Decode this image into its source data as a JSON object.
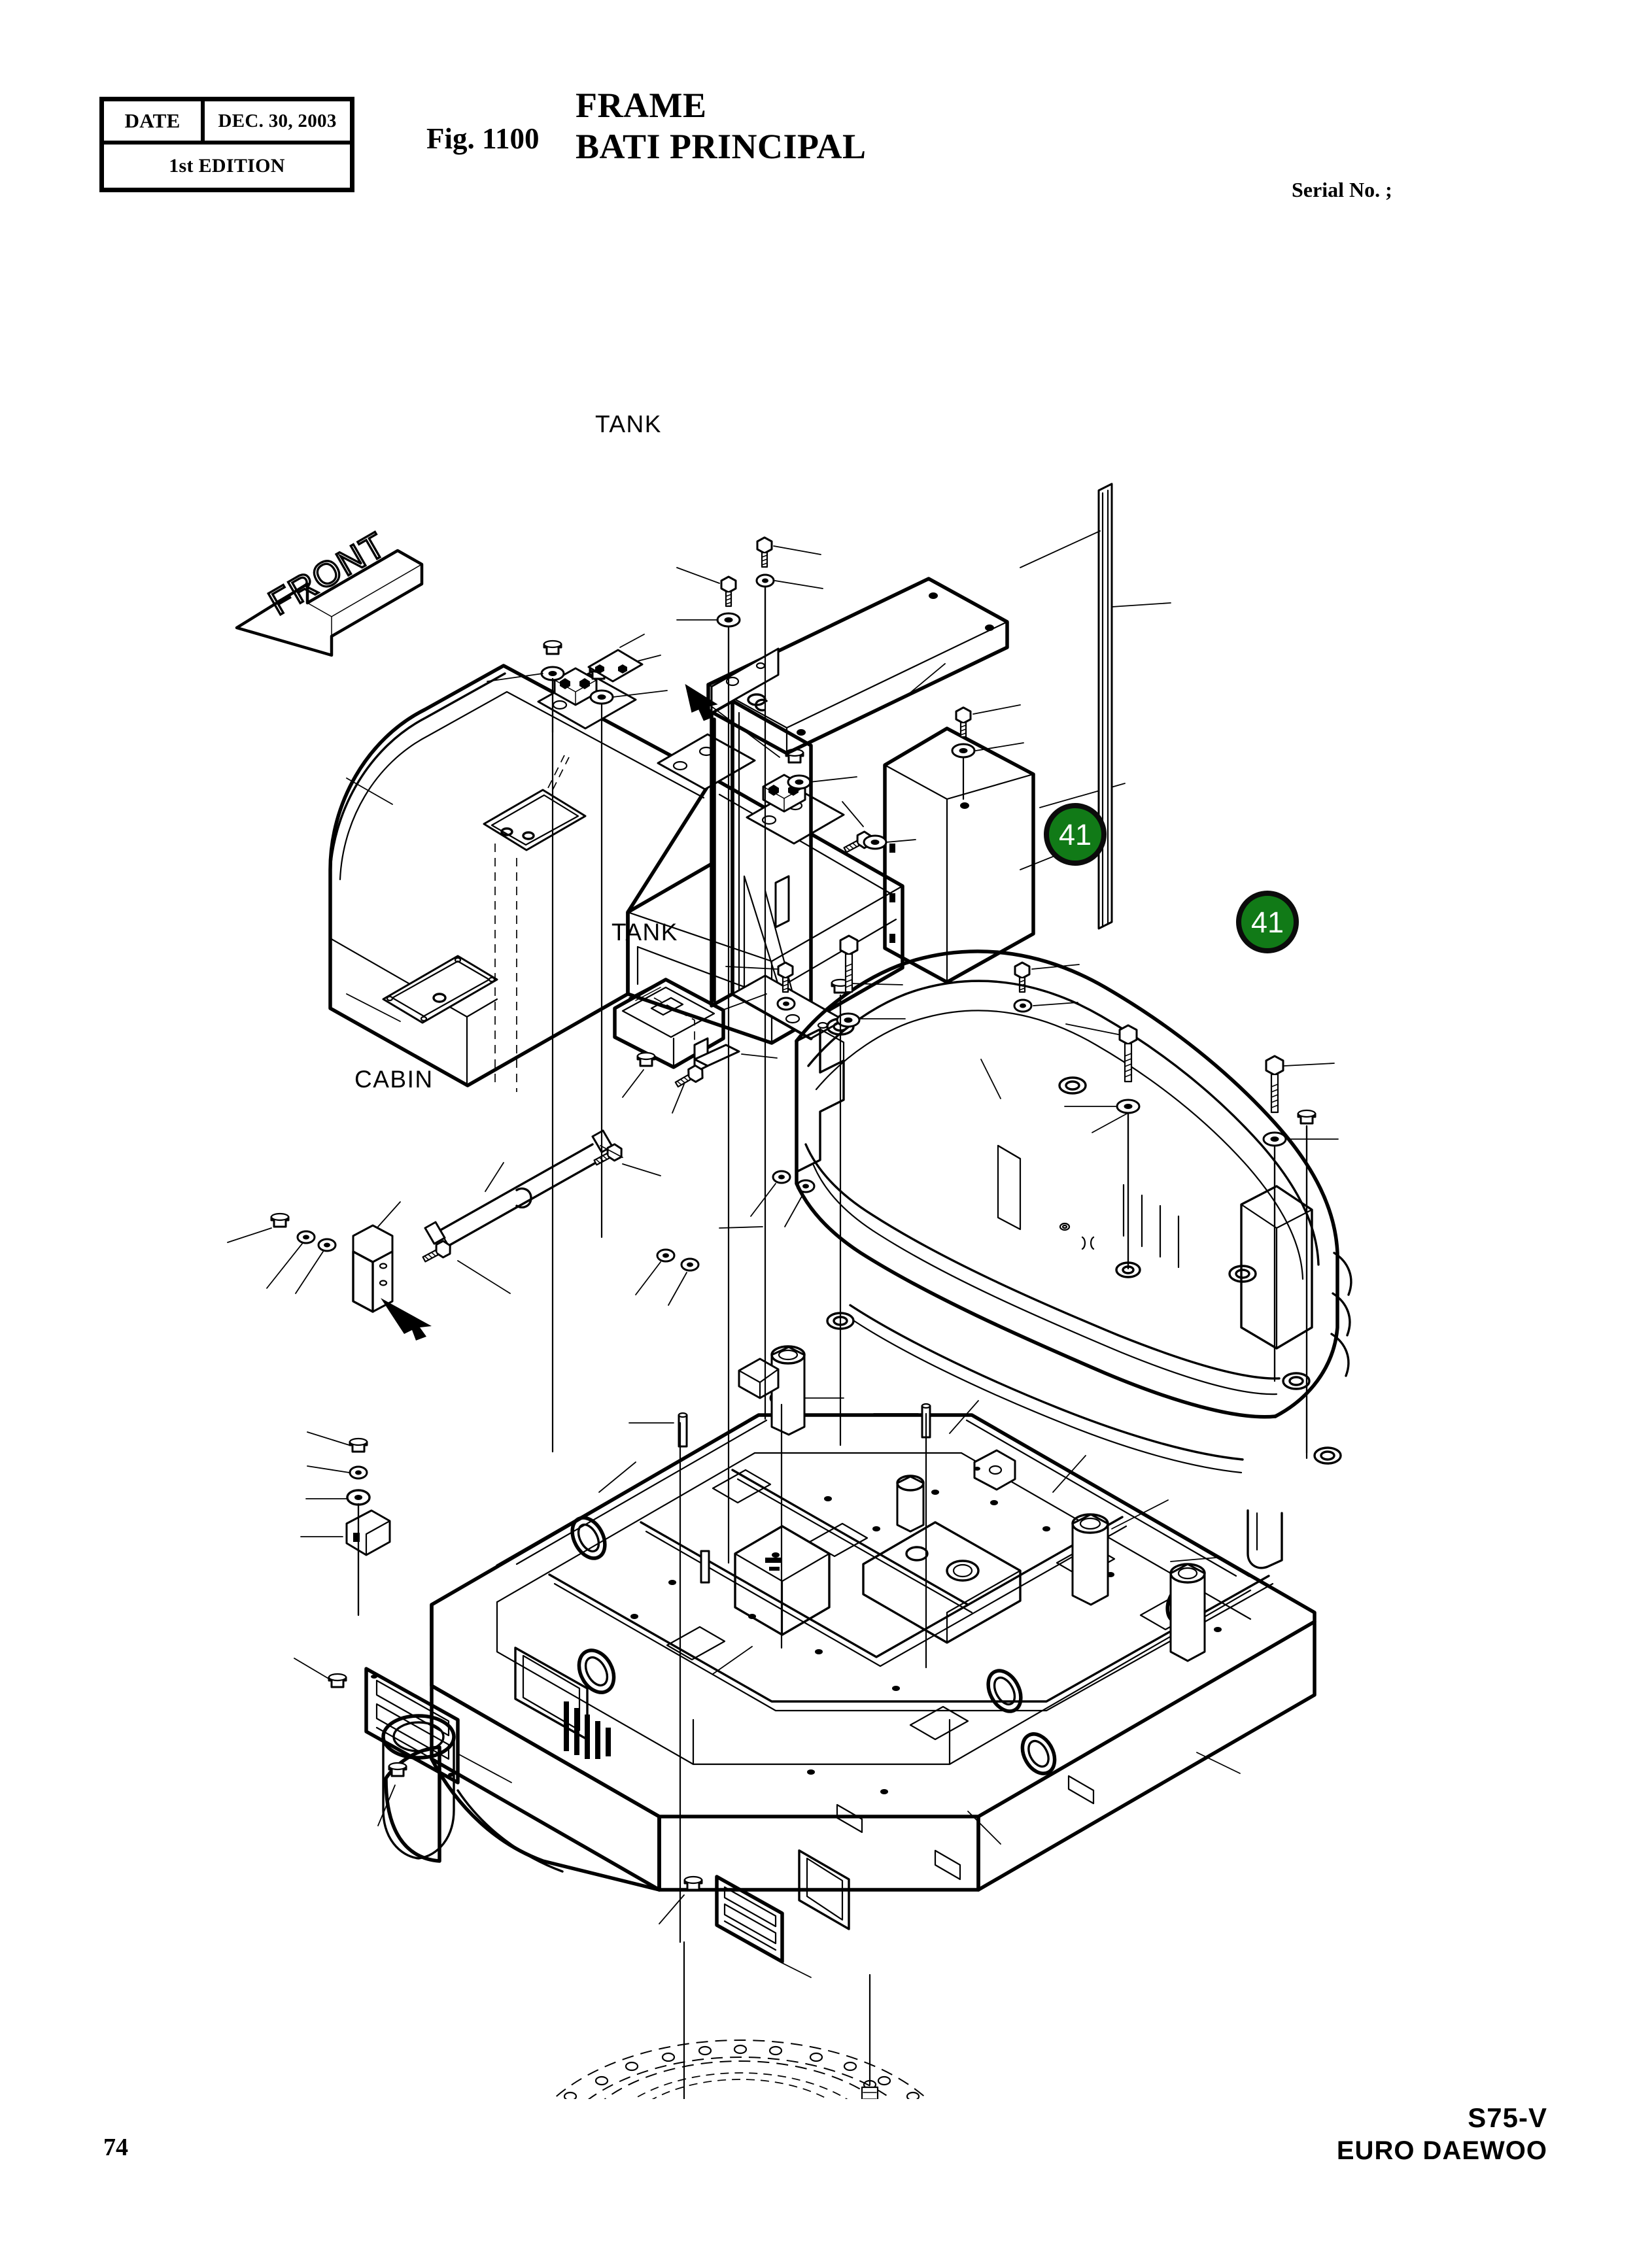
{
  "header": {
    "meta": {
      "date_label": "DATE",
      "date_value": "DEC. 30, 2003",
      "edition": "1st EDITION"
    },
    "fig_no": "Fig. 1100",
    "title_en": "FRAME",
    "title_fr": "BATI PRINCIPAL",
    "serial_no": "Serial No. ;"
  },
  "drawing": {
    "orientation_arrow": "FRONT",
    "annotations": [
      {
        "label": "TANK",
        "note": "upper tank reference arrow"
      },
      {
        "label": "TANK",
        "note": "lower tank reference"
      },
      {
        "label": "CABIN",
        "note": "cabin bracket reference arrow"
      }
    ],
    "callouts": [
      {
        "number": "41",
        "color": "#117a17"
      },
      {
        "number": "41",
        "color": "#117a17"
      }
    ],
    "line_color": "#000000",
    "fill_color": "#ffffff"
  },
  "footer": {
    "page_number": "74",
    "model": "S75-V",
    "brand": "EURO DAEWOO"
  }
}
